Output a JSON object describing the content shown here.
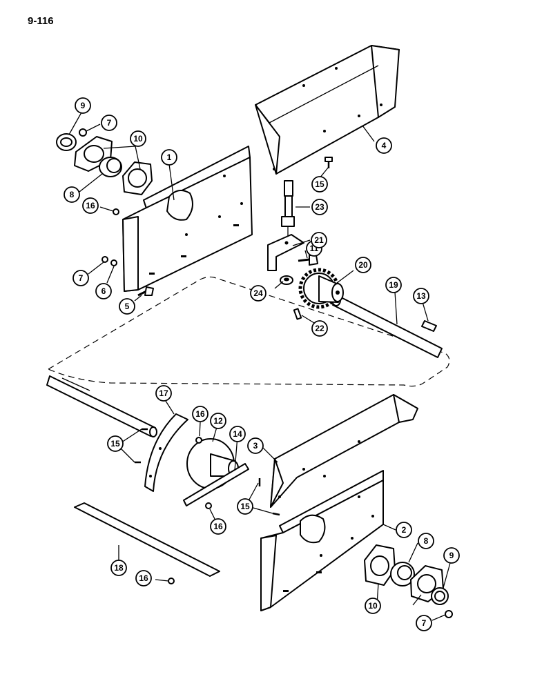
{
  "page": {
    "number": "9-116"
  },
  "callouts": [
    {
      "id": "c1",
      "label": "1"
    },
    {
      "id": "c2",
      "label": "2"
    },
    {
      "id": "c3",
      "label": "3"
    },
    {
      "id": "c4",
      "label": "4"
    },
    {
      "id": "c5",
      "label": "5"
    },
    {
      "id": "c6",
      "label": "6"
    },
    {
      "id": "c7a",
      "label": "7"
    },
    {
      "id": "c7b",
      "label": "7"
    },
    {
      "id": "c7c",
      "label": "7"
    },
    {
      "id": "c8a",
      "label": "8"
    },
    {
      "id": "c8b",
      "label": "8"
    },
    {
      "id": "c9a",
      "label": "9"
    },
    {
      "id": "c9b",
      "label": "9"
    },
    {
      "id": "c10a",
      "label": "10"
    },
    {
      "id": "c10b",
      "label": "10"
    },
    {
      "id": "c11",
      "label": "11"
    },
    {
      "id": "c12",
      "label": "12"
    },
    {
      "id": "c13",
      "label": "13"
    },
    {
      "id": "c14",
      "label": "14"
    },
    {
      "id": "c15a",
      "label": "15"
    },
    {
      "id": "c15b",
      "label": "15"
    },
    {
      "id": "c15c",
      "label": "15"
    },
    {
      "id": "c16a",
      "label": "16"
    },
    {
      "id": "c16b",
      "label": "16"
    },
    {
      "id": "c16c",
      "label": "16"
    },
    {
      "id": "c16d",
      "label": "16"
    },
    {
      "id": "c17",
      "label": "17"
    },
    {
      "id": "c18",
      "label": "18"
    },
    {
      "id": "c19",
      "label": "19"
    },
    {
      "id": "c20",
      "label": "20"
    },
    {
      "id": "c21",
      "label": "21"
    },
    {
      "id": "c22",
      "label": "22"
    },
    {
      "id": "c23",
      "label": "23"
    },
    {
      "id": "c24",
      "label": "24"
    }
  ]
}
